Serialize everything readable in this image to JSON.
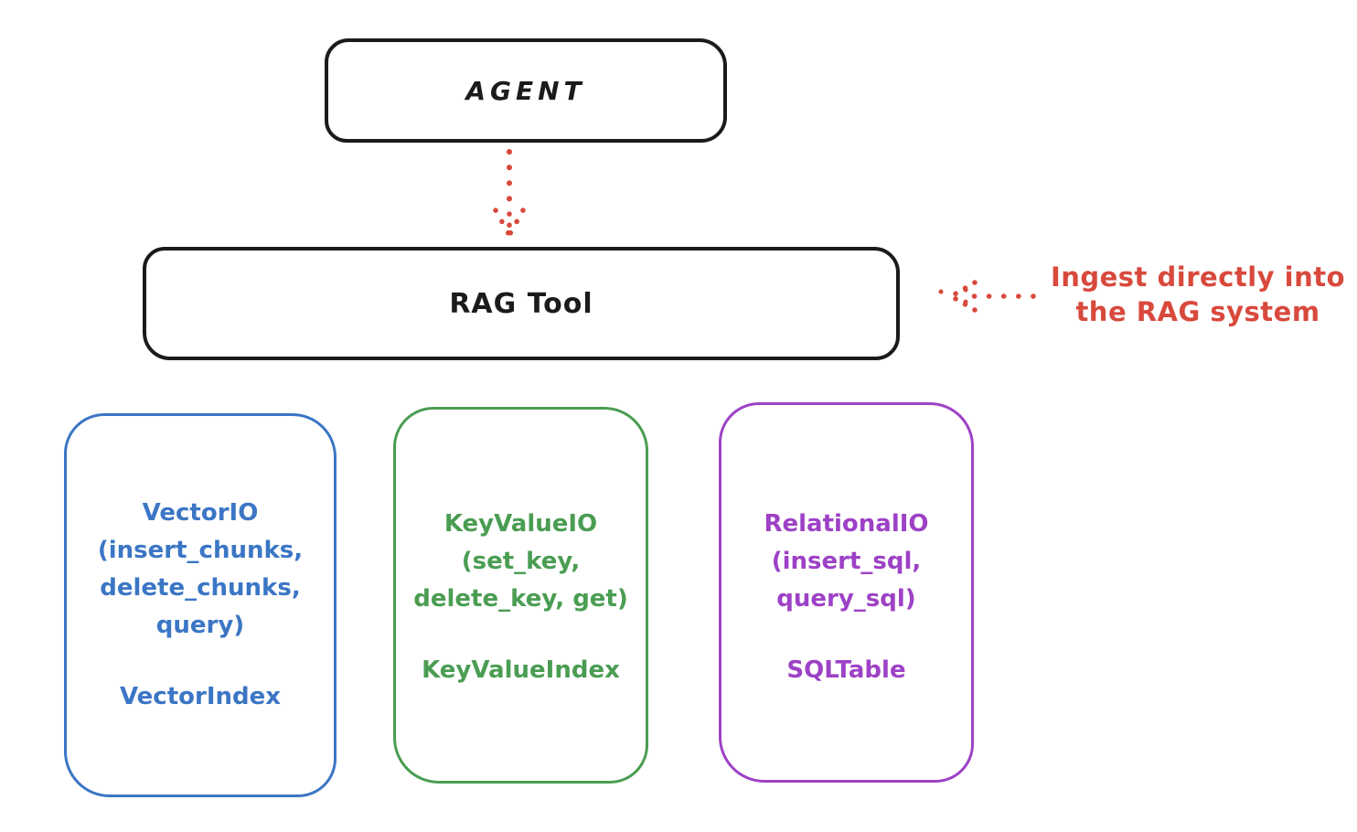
{
  "colors": {
    "black": "#1b1b1b",
    "red": "#d8493c",
    "blue": "#3b76c5",
    "green": "#4a9d52",
    "purple": "#9d41c6",
    "background": "#ffffff"
  },
  "nodes": {
    "agent": {
      "label": "AGENT"
    },
    "rag_tool": {
      "label": "RAG Tool"
    }
  },
  "annotation": {
    "line1": "Ingest directly into",
    "line2": "the RAG system"
  },
  "io_nodes": [
    {
      "name": "vector-io",
      "color": "#3b76c5",
      "title_lines": [
        "VectorIO",
        "(insert_chunks,",
        "delete_chunks,",
        "query)"
      ],
      "index_label": "VectorIndex"
    },
    {
      "name": "keyvalue-io",
      "color": "#4a9d52",
      "title_lines": [
        "KeyValueIO",
        "(set_key,",
        "delete_key, get)"
      ],
      "index_label": "KeyValueIndex"
    },
    {
      "name": "relational-io",
      "color": "#9d41c6",
      "title_lines": [
        "RelationalIO",
        "(insert_sql,",
        "query_sql)"
      ],
      "index_label": "SQLTable"
    }
  ]
}
